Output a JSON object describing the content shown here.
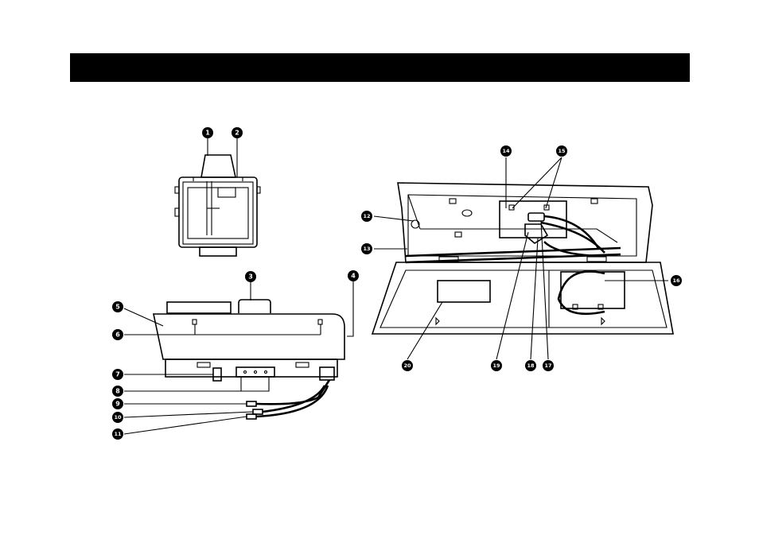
{
  "colors": {
    "ink": "#000000",
    "paper": "#ffffff"
  },
  "callouts": [
    {
      "id": 1,
      "label": "1"
    },
    {
      "id": 2,
      "label": "2"
    },
    {
      "id": 3,
      "label": "3"
    },
    {
      "id": 4,
      "label": "4"
    },
    {
      "id": 5,
      "label": "5"
    },
    {
      "id": 6,
      "label": "6"
    },
    {
      "id": 7,
      "label": "7"
    },
    {
      "id": 8,
      "label": "8"
    },
    {
      "id": 9,
      "label": "9"
    },
    {
      "id": 10,
      "label": "10"
    },
    {
      "id": 11,
      "label": "11"
    },
    {
      "id": 12,
      "label": "12"
    },
    {
      "id": 13,
      "label": "13"
    },
    {
      "id": 14,
      "label": "14"
    },
    {
      "id": 15,
      "label": "15"
    },
    {
      "id": 16,
      "label": "16"
    },
    {
      "id": 17,
      "label": "17"
    },
    {
      "id": 18,
      "label": "18"
    },
    {
      "id": 19,
      "label": "19"
    },
    {
      "id": 20,
      "label": "20"
    }
  ]
}
